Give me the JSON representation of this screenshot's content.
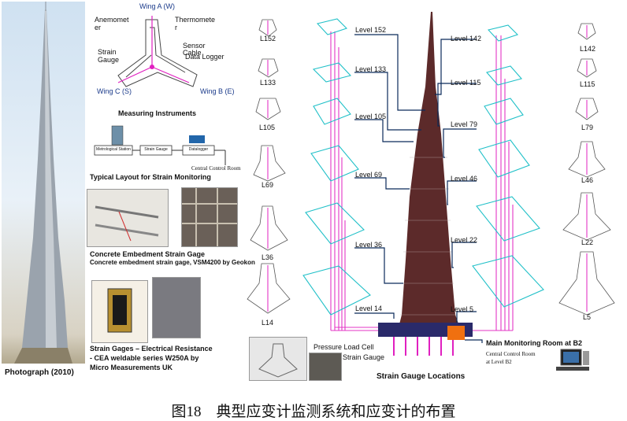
{
  "photo": {
    "caption": "Photograph (2010)"
  },
  "instruments": {
    "wing_a": "Wing A (W)",
    "wing_b": "Wing B (E)",
    "wing_c": "Wing C (S)",
    "anemometer": "Anemomet",
    "anemometer_2": "er",
    "thermometer": "Thermomete",
    "thermometer_2": "r",
    "strain_gauge": "Strain",
    "strain_gauge_2": "Gauge",
    "sensor_cable": "Sensor",
    "sensor_cable_2": "Cable",
    "data_logger": "Data Logger",
    "title": "Measuring Instruments"
  },
  "typical_layout": {
    "box_metrological": "Metrological Station",
    "box_strain": "Strain Gauge",
    "box_datalogger": "Datalogger",
    "central_room": "Central Control Room",
    "title": "Typical Layout for Strain  Monitoring"
  },
  "embedment": {
    "title": "Concrete Embedment Strain Gage",
    "subtitle": "Concrete embedment strain gage, VSM4200 by Geokon"
  },
  "electrical": {
    "line1": "Strain Gages – Electrical Resistance",
    "line2": "- CEA weldable series W250A by",
    "line3": "Micro Measurements UK"
  },
  "left_plans": [
    "L152",
    "L133",
    "L105",
    "L69",
    "L36",
    "L14"
  ],
  "right_plans": [
    "L142",
    "L115",
    "L79",
    "L46",
    "L22",
    "L5"
  ],
  "levels_left": [
    "Level 152",
    "Level 133",
    "Level 105",
    "Level 69",
    "Level 36",
    "Level 14"
  ],
  "levels_right": [
    "Level 142",
    "Level 115",
    "Level  79",
    "Level 46",
    "Level 22",
    "Level 5"
  ],
  "bottom": {
    "pressure_load_cell": "Pressure Load Cell",
    "strain_gauge": "Strain Gauge",
    "main_room": "Main Monitoring Room at B2",
    "central_room_line1": "Central Control Room",
    "central_room_line2": "at Level B2",
    "locations_title": "Strain Gauge Locations"
  },
  "figure_caption": "图18　典型应变计监测系统和应变计的布置",
  "colors": {
    "magenta": "#e020c0",
    "wire": "#0a2a5a",
    "tower": "#4a1f1f",
    "orange": "#f07010",
    "cyan": "#20c0c8"
  }
}
